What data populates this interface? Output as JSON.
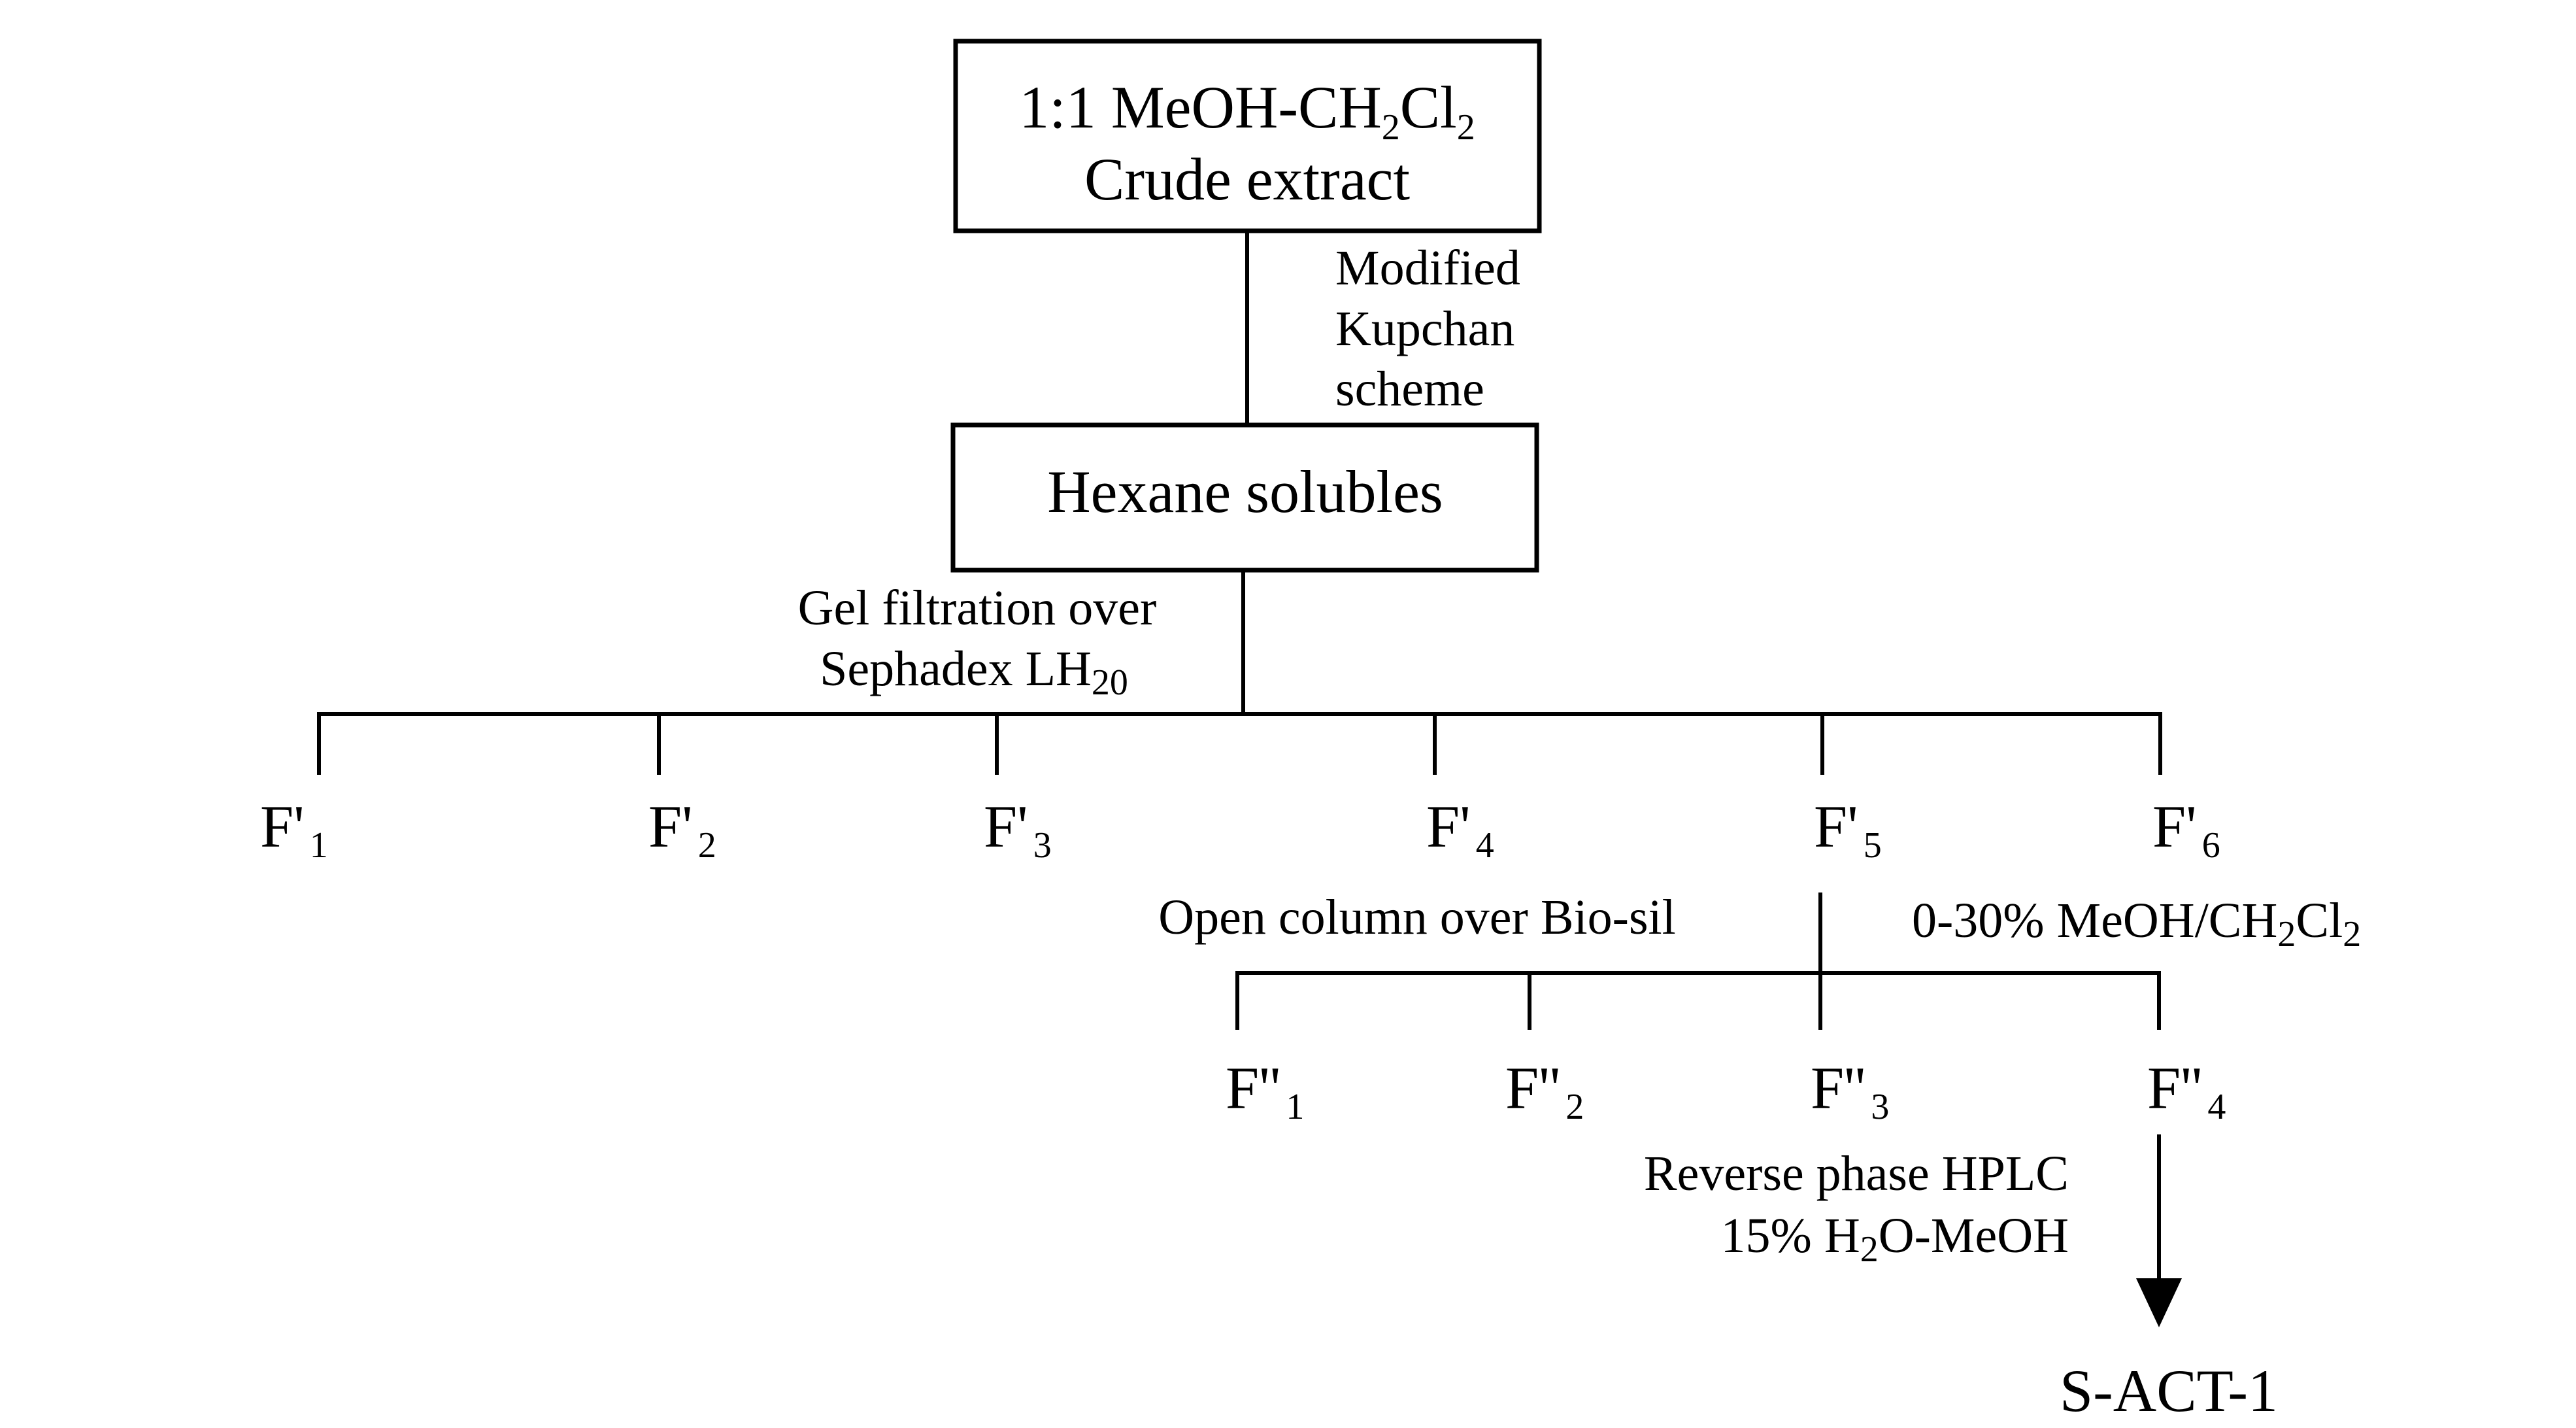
{
  "box_crude": {
    "line1_main": "1:1 MeOH-CH",
    "line1_sub1": "2",
    "line1_cl": "Cl",
    "line1_sub2": "2",
    "line2": "Crude extract"
  },
  "step_kupchan": [
    "Modified",
    "Kupchan",
    "scheme"
  ],
  "box_hexane": {
    "label": "Hexane solubles"
  },
  "step_gel": {
    "line1": "Gel filtration over",
    "line2_main": "Sephadex LH",
    "line2_sub": "20"
  },
  "fractions_first": [
    {
      "base": "F'",
      "sub": "1"
    },
    {
      "base": "F'",
      "sub": "2"
    },
    {
      "base": "F'",
      "sub": "3"
    },
    {
      "base": "F'",
      "sub": "4"
    },
    {
      "base": "F'",
      "sub": "5"
    },
    {
      "base": "F'",
      "sub": "6"
    }
  ],
  "step_open_column": "Open column over Bio-sil",
  "step_gradient": {
    "main": "0-30% MeOH/CH",
    "sub1": "2",
    "cl": "Cl",
    "sub2": "2"
  },
  "fractions_second": [
    {
      "base": "F''",
      "sub": "1"
    },
    {
      "base": "F''",
      "sub": "2"
    },
    {
      "base": "F''",
      "sub": "3"
    },
    {
      "base": "F''",
      "sub": "4"
    }
  ],
  "step_hplc": {
    "line1": "Reverse phase HPLC",
    "line2_pre": "15% H",
    "line2_sub": "2",
    "line2_post": "O-MeOH"
  },
  "product": "S-ACT-1"
}
